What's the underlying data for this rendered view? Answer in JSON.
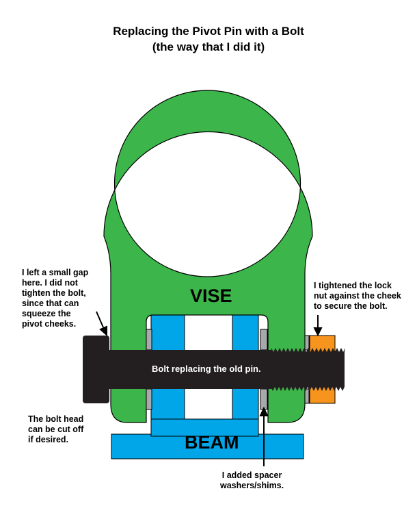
{
  "title": {
    "line1": "Replacing the Pivot Pin with a Bolt",
    "line2": "(the way that I did it)"
  },
  "labels": {
    "vise": "VISE",
    "beam": "BEAM",
    "bolt": "Bolt replacing the old pin."
  },
  "notes": {
    "gap": [
      "I left a small gap",
      "here. I did not",
      "tighten the bolt,",
      "since that can",
      "squeeze the",
      "pivot cheeks."
    ],
    "locknut": [
      "I tightened the lock",
      "nut against the cheek",
      "to secure the bolt."
    ],
    "bolthead": [
      "The bolt head",
      "can be cut off",
      "if desired."
    ],
    "spacers": [
      "I added spacer",
      "washers/shims."
    ]
  },
  "colors": {
    "vise": "#3cb54a",
    "beam": "#00a6e8",
    "bolt": "#231f20",
    "nut": "#f7941d",
    "washer": "#a7a9ac",
    "outline": "#000000"
  }
}
